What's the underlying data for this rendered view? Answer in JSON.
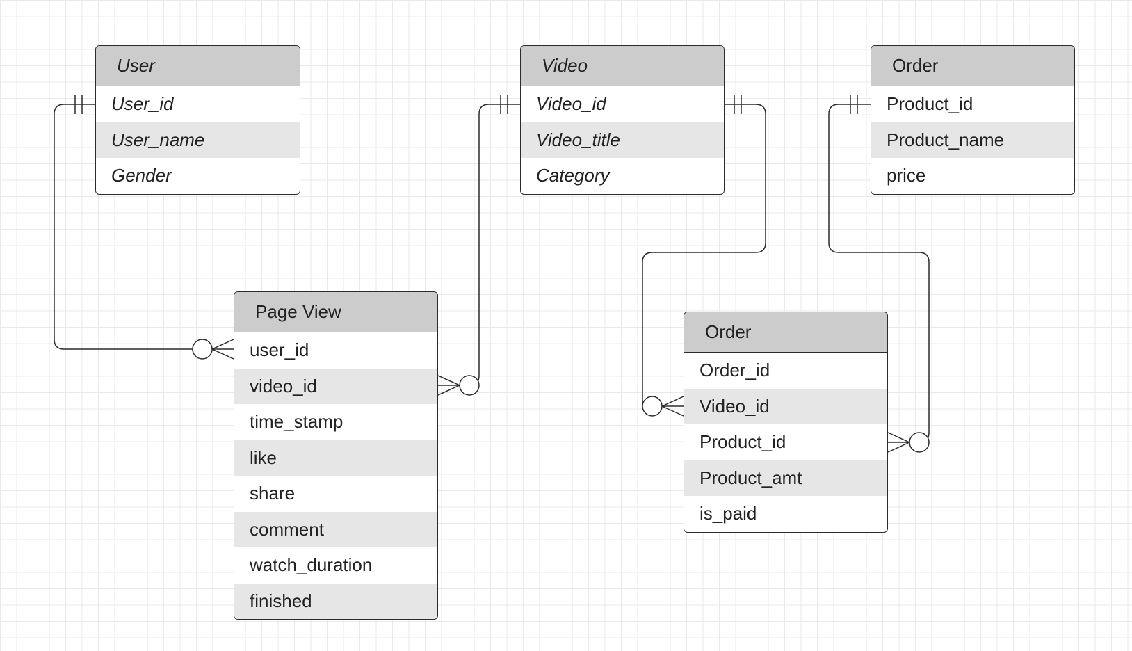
{
  "entities": {
    "user": {
      "title": "User",
      "fields": [
        "User_id",
        "User_name",
        "Gender"
      ]
    },
    "video": {
      "title": "Video",
      "fields": [
        "Video_id",
        "Video_title",
        "Category"
      ]
    },
    "product": {
      "title": "Order",
      "fields": [
        "Product_id",
        "Product_name",
        "price"
      ]
    },
    "page_view": {
      "title": "Page View",
      "fields": [
        "user_id",
        "video_id",
        "time_stamp",
        "like",
        "share",
        "comment",
        "watch_duration",
        "finished"
      ]
    },
    "order": {
      "title": "Order",
      "fields": [
        "Order_id",
        "Video_id",
        "Product_id",
        "Product_amt",
        "is_paid"
      ]
    }
  },
  "relationships": [
    {
      "from": "User.User_id",
      "to": "Page View.user_id",
      "from_cardinality": "exactly-one",
      "to_cardinality": "zero-or-many"
    },
    {
      "from": "Video.Video_id",
      "to": "Page View.video_id",
      "from_cardinality": "exactly-one",
      "to_cardinality": "zero-or-many"
    },
    {
      "from": "Video.Video_id",
      "to": "Order.Video_id",
      "from_cardinality": "exactly-one",
      "to_cardinality": "zero-or-many"
    },
    {
      "from": "Order.Product_id",
      "to": "Order.Product_id",
      "from_cardinality": "exactly-one",
      "to_cardinality": "zero-or-many"
    }
  ],
  "colors": {
    "header": "#cccccc",
    "alt_row": "#e6e6e6",
    "line": "#2b2b2b"
  }
}
